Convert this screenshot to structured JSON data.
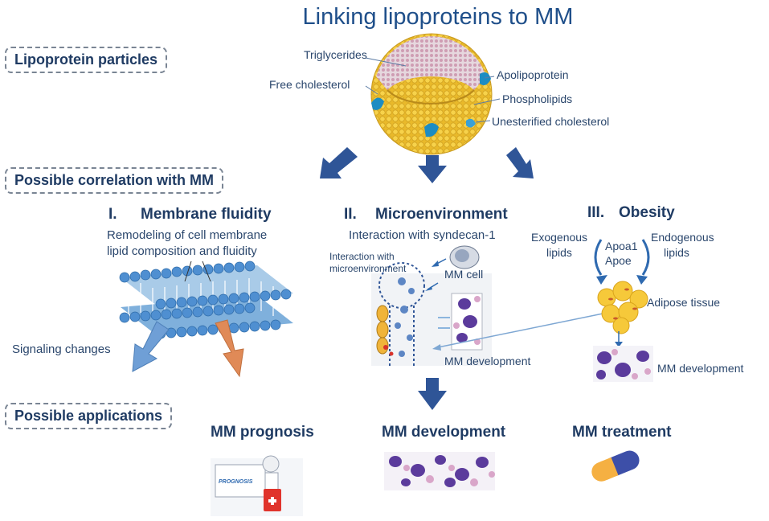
{
  "title": "Linking lipoproteins to MM",
  "sections": {
    "particles": "Lipoprotein particles",
    "correlation": "Possible correlation with MM",
    "applications": "Possible applications"
  },
  "particle_labels": {
    "triglycerides": "Triglycerides",
    "free_cholesterol": "Free cholesterol",
    "apolipoprotein": "Apolipoprotein",
    "phospholipids": "Phospholipids",
    "unesterified_cholesterol": "Unesterified cholesterol"
  },
  "membrane": {
    "number": "I.",
    "heading": "Membrane fluidity",
    "desc_line1": "Remodeling of cell membrane",
    "desc_line2": "lipid composition and fluidity",
    "signaling": "Signaling changes"
  },
  "microenv": {
    "number": "II.",
    "heading": "Microenvironment",
    "desc": "Interaction with syndecan-1",
    "interaction_line1": "Interaction with",
    "interaction_line2": "microenvironment",
    "mm_cell": "MM cell",
    "mm_development": "MM development"
  },
  "obesity": {
    "number": "III.",
    "heading": "Obesity",
    "exogenous_line1": "Exogenous",
    "exogenous_line2": "lipids",
    "apoa1": "Apoa1",
    "apoe": "Apoe",
    "endogenous_line1": "Endogenous",
    "endogenous_line2": "lipids",
    "adipose": "Adipose tissue",
    "mm_development": "MM development"
  },
  "applications": {
    "prognosis": "MM prognosis",
    "development": "MM development",
    "treatment": "MM treatment",
    "prognosis_sign": "PROGNOSIS"
  },
  "colors": {
    "title": "#1f4f8a",
    "arrow": "#2f5597",
    "sphere": "#f2c12e",
    "core": "#e7d2dc",
    "apo": "#1d8cc2"
  }
}
